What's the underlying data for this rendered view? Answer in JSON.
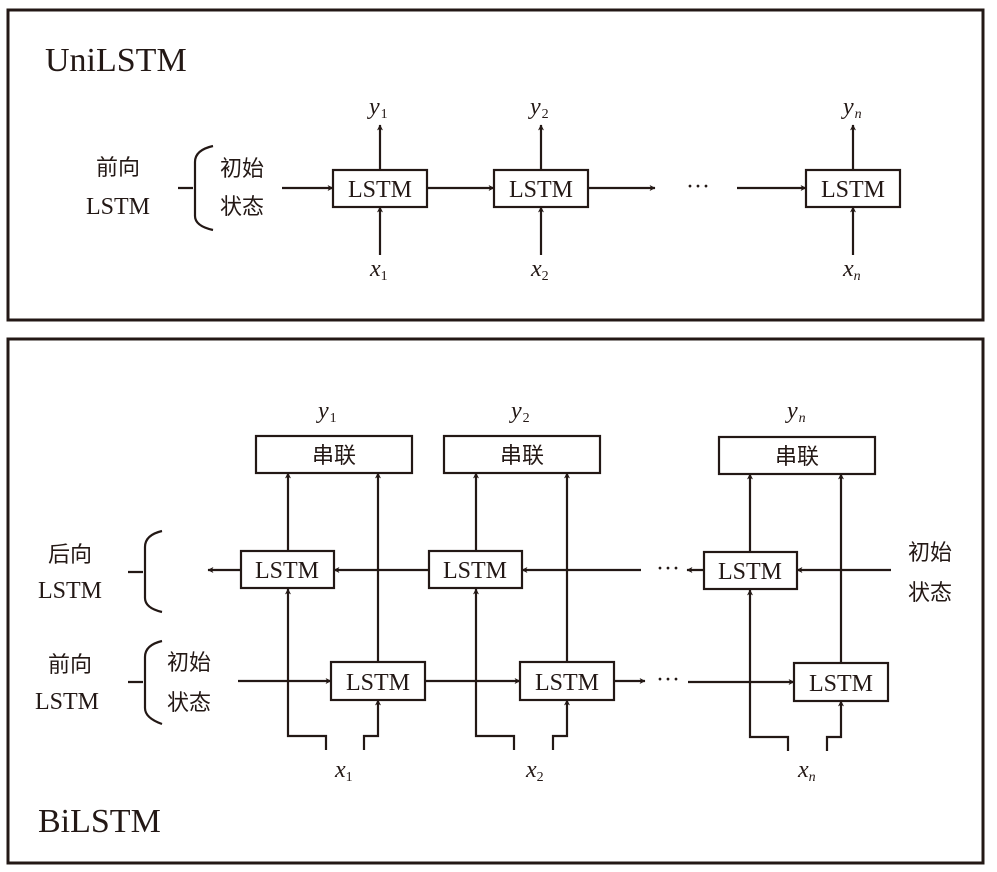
{
  "uni": {
    "title": "UniLSTM",
    "side_label_line1": "前向",
    "side_label_line2": "LSTM",
    "init_line1": "初始",
    "init_line2": "状态",
    "cell_label": "LSTM",
    "ellipsis": "···",
    "steps": [
      {
        "y": "y",
        "y_sub": "1",
        "x": "x",
        "x_sub": "1"
      },
      {
        "y": "y",
        "y_sub": "2",
        "x": "x",
        "x_sub": "2"
      },
      {
        "y": "y",
        "y_sub": "n",
        "x": "x",
        "x_sub": "n"
      }
    ]
  },
  "bi": {
    "title": "BiLSTM",
    "backward_line1": "后向",
    "backward_line2": "LSTM",
    "forward_line1": "前向",
    "forward_line2": "LSTM",
    "init_line1": "初始",
    "init_line2": "状态",
    "cell_label": "LSTM",
    "concat_label": "串联",
    "ellipsis": "···",
    "steps": [
      {
        "y": "y",
        "y_sub": "1",
        "x": "x",
        "x_sub": "1"
      },
      {
        "y": "y",
        "y_sub": "2",
        "x": "x",
        "x_sub": "2"
      },
      {
        "y": "y",
        "y_sub": "n",
        "x": "x",
        "x_sub": "n"
      }
    ]
  }
}
